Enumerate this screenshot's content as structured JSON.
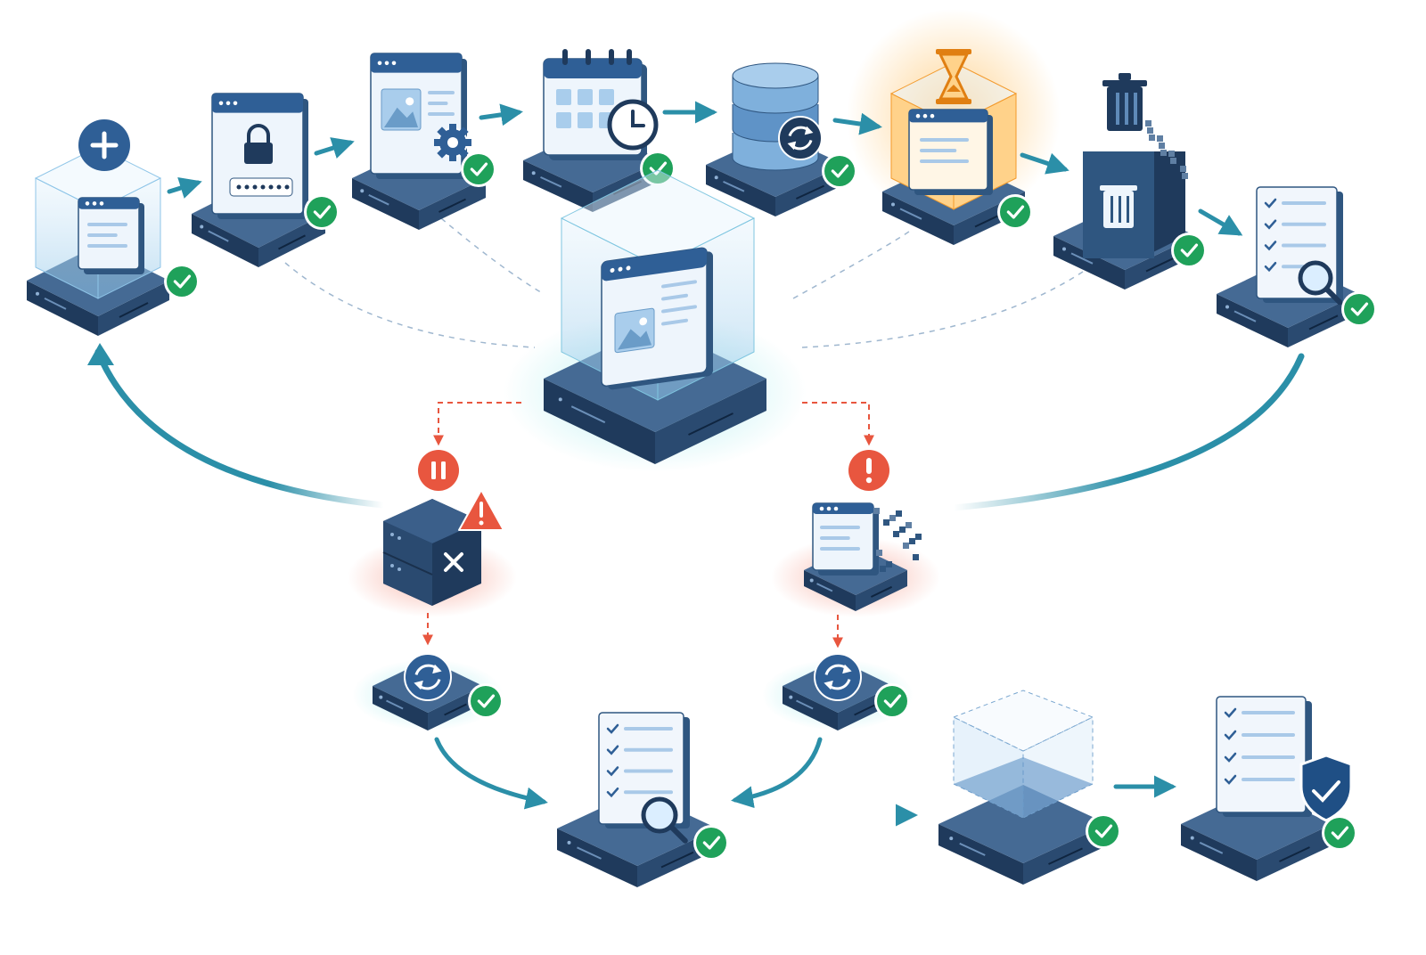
{
  "diagram": {
    "type": "isometric-lifecycle-flow",
    "colors": {
      "platform_top": "#3b5f8a",
      "platform_side": "#1f3a5c",
      "accent_blue": "#2f6fb0",
      "arrow_teal": "#2b8fa8",
      "success_green": "#1fa15a",
      "warning_orange": "#f39a2b",
      "error_red": "#e8563f",
      "glass": "#cfe6f7"
    },
    "nodes": [
      {
        "id": "create",
        "icon": "plus-window-icon",
        "status": "success"
      },
      {
        "id": "authenticate",
        "icon": "lock-window-icon",
        "status": "success"
      },
      {
        "id": "configure",
        "icon": "gear-window-icon",
        "status": "success"
      },
      {
        "id": "schedule",
        "icon": "calendar-clock-icon",
        "status": "success"
      },
      {
        "id": "sync-database",
        "icon": "database-sync-icon",
        "status": "success"
      },
      {
        "id": "pending-wait",
        "icon": "hourglass-icon",
        "status": "pending"
      },
      {
        "id": "delete",
        "icon": "trash-icon",
        "status": "success"
      },
      {
        "id": "review-top",
        "icon": "checklist-magnifier-icon",
        "status": "success"
      },
      {
        "id": "central-hub",
        "icon": "window-image-icon",
        "status": "active"
      },
      {
        "id": "server-failure",
        "icon": "server-error-icon",
        "status": "paused"
      },
      {
        "id": "data-corruption",
        "icon": "window-pixel-icon",
        "status": "alert"
      },
      {
        "id": "retry-left",
        "icon": "refresh-icon",
        "status": "success"
      },
      {
        "id": "retry-right",
        "icon": "refresh-icon",
        "status": "success"
      },
      {
        "id": "review-bottom",
        "icon": "checklist-magnifier-icon",
        "status": "success"
      },
      {
        "id": "empty-container",
        "icon": "empty-cube-icon",
        "status": "success"
      },
      {
        "id": "secure-verified",
        "icon": "checklist-shield-icon",
        "status": "success"
      }
    ]
  }
}
